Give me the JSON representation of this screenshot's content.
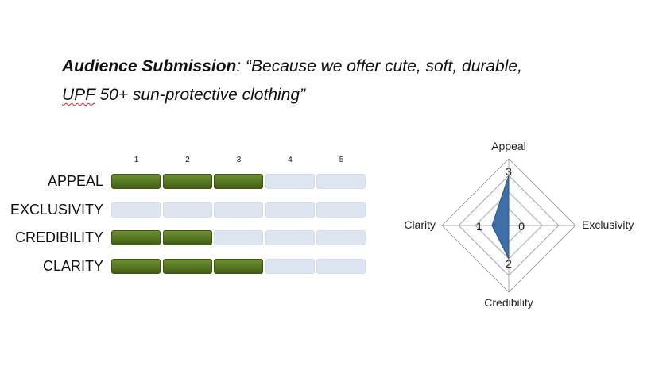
{
  "heading": {
    "label": "Audience Submission",
    "colon": ": ",
    "line1": "“Because we offer cute, soft, durable,",
    "line2_underlined": "UPF",
    "line2_rest": " 50+ sun-protective clothing”"
  },
  "chart_data": [
    {
      "type": "bar",
      "title": "",
      "scale": [
        "1",
        "2",
        "3",
        "4",
        "5"
      ],
      "max": 5,
      "categories": [
        "APPEAL",
        "EXCLUSIVITY",
        "CREDIBILITY",
        "CLARITY"
      ],
      "values": [
        3,
        0,
        2,
        3
      ],
      "colors": {
        "filled": "#567722",
        "empty": "#dce5f0"
      }
    },
    {
      "type": "radar",
      "axes": [
        "Appeal",
        "Exclusivity",
        "Credibility",
        "Clarity"
      ],
      "values": [
        3,
        0,
        2,
        1
      ],
      "range": [
        0,
        4
      ],
      "tick_labels": [
        "0",
        "1",
        "2",
        "3"
      ],
      "color": "#3e6fa8"
    }
  ]
}
